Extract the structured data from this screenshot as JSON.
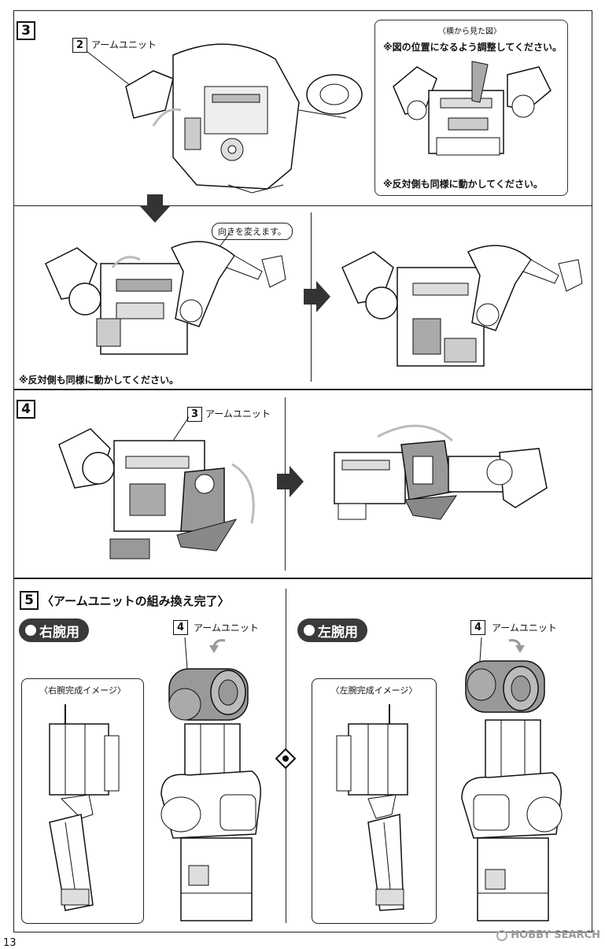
{
  "steps": {
    "s3": {
      "number": "3",
      "part_number": "2",
      "part_label": "アームユニット",
      "side_view": {
        "title": "〈横から見た図〉",
        "instruction": "※図の位置になるよう調整してください。",
        "note": "※反対側も同様に動かしてください。"
      },
      "callout": "向きを変えます。",
      "note": "※反対側も同様に動かしてください。"
    },
    "s4": {
      "number": "4",
      "part_number": "3",
      "part_label": "アームユニット"
    },
    "s5": {
      "number": "5",
      "title": "〈アームユニットの組み換え完了〉",
      "right": {
        "pill": "右腕用",
        "part_number": "4",
        "part_label": "アームユニット",
        "image_caption": "〈右腕完成イメージ〉"
      },
      "left": {
        "pill": "左腕用",
        "part_number": "4",
        "part_label": "アームユニット",
        "image_caption": "〈左腕完成イメージ〉"
      }
    }
  },
  "page_number": "13",
  "watermark": "HOBBY SEARCH"
}
